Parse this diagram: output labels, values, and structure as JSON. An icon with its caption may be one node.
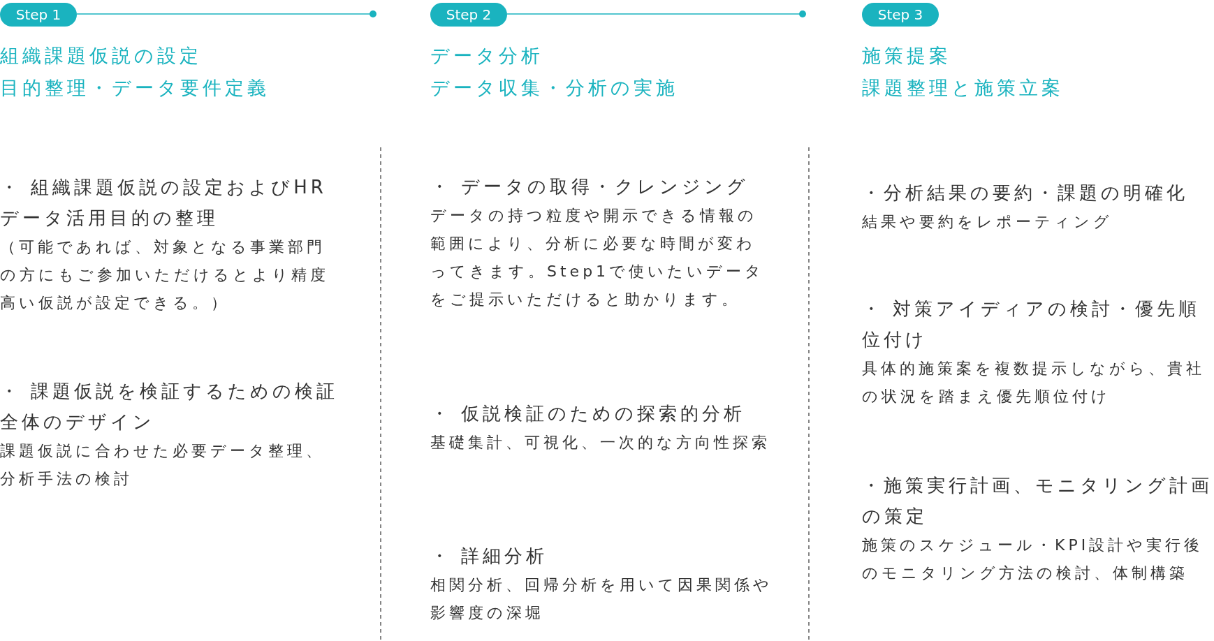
{
  "diagram": {
    "nodes": [
      {
        "text": [
          "Step 1"
        ]
      },
      {
        "text": [
          "Step 2"
        ]
      },
      {
        "text": [
          "Step 3"
        ]
      }
    ],
    "labels": [
      "組織課題仮説の設定",
      "目的整理・データ要件定義",
      "・ 組織課題仮説の設定およびHRデータ活用目的の整理",
      "（可能であれば、対象となる事業部門の方にもご参加いただけるとより精度高い仮説が設定できる。）",
      "・ 課題仮説を検証するための検証全体のデザイン",
      "課題仮説に合わせた必要データ整理、分析手法の検討",
      "データ分析",
      "データ収集・分析の実施",
      "・ データの取得・クレンジング",
      "データの持つ粒度や開示できる情報の範囲により、分析に必要な時間が変わってきます。Step1で使いたいデータをご提示いただけると助かります。",
      "・ 仮説検証のための探索的分析",
      "基礎集計、可視化、一次的な方向性探索",
      "・ 詳細分析",
      "相関分析、回帰分析を用いて因果関係や影響度の深堀",
      "施策提案",
      "課題整理と施策立案",
      "・分析結果の要約・課題の明確化",
      "結果や要約をレポーティング",
      "・ 対策アイディアの検討・優先順位付け",
      "具体的施策案を複数提示しながら、貴社の状況を踏まえ優先順位付け",
      "・施策実行計画、モニタリング計画の策定",
      "施策のスケジュール・KPI設計や実行後のモニタリング方法の検討、体制構築"
    ]
  }
}
